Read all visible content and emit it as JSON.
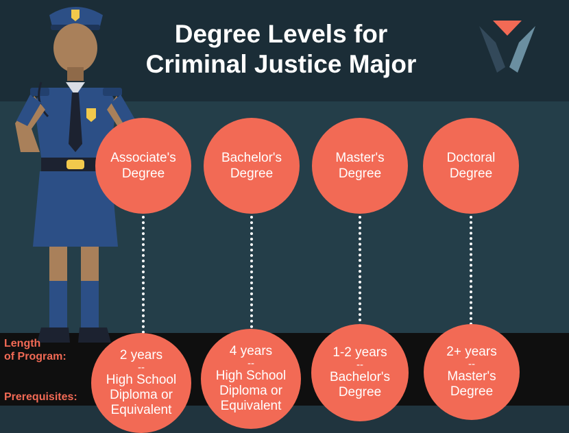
{
  "title_line1": "Degree Levels for",
  "title_line2": "Criminal Justice Major",
  "degrees": [
    {
      "name_l1": "Associate's",
      "name_l2": "Degree",
      "length": "2 years",
      "sep": "--",
      "prereq_l1": "High School",
      "prereq_l2": "Diploma or",
      "prereq_l3": "Equivalent"
    },
    {
      "name_l1": "Bachelor's",
      "name_l2": "Degree",
      "length": "4 years",
      "sep": "--",
      "prereq_l1": "High School",
      "prereq_l2": "Diploma or",
      "prereq_l3": "Equivalent"
    },
    {
      "name_l1": "Master's",
      "name_l2": "Degree",
      "length": "1-2 years",
      "sep": "--",
      "prereq_l1": "Bachelor's",
      "prereq_l2": "Degree",
      "prereq_l3": ""
    },
    {
      "name_l1": "Doctoral",
      "name_l2": "Degree",
      "length": "2+ years",
      "sep": "--",
      "prereq_l1": "Master's",
      "prereq_l2": "Degree",
      "prereq_l3": ""
    }
  ],
  "labels": {
    "length_l1": "Length",
    "length_l2": "of Program:",
    "prereq": "Prerequisites:"
  },
  "colors": {
    "accent": "#f26a55",
    "dark_band": "#1b2d37",
    "mid_band": "#243e49",
    "black_band": "#0f0f0f",
    "text": "#ffffff"
  },
  "icons": [
    "police-officer-illustration",
    "brand-logo-icon"
  ]
}
